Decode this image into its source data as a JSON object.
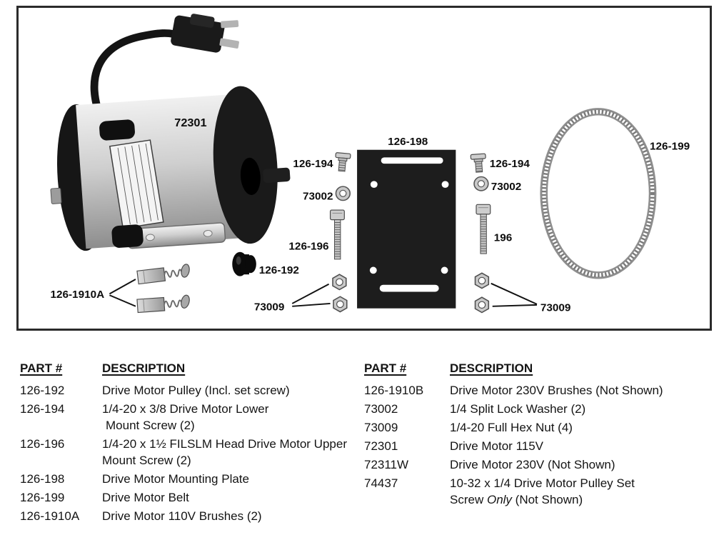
{
  "diagram": {
    "labels": {
      "motor": "72301",
      "plate": "126-198",
      "screw_left": "126-194",
      "washer_left": "73002",
      "bolt_left": "126-196",
      "pulley": "126-192",
      "brushes": "126-1910A",
      "nuts_left": "73009",
      "screw_right": "126-194",
      "washer_right": "73002",
      "bolt_right": "196",
      "belt": "126-199",
      "nuts_right": "73009"
    }
  },
  "table": {
    "headers": {
      "part": "PART #",
      "desc": "DESCRIPTION"
    },
    "left": {
      "rows": [
        {
          "part": "126-192",
          "desc1": "Drive Motor Pulley (Incl. set screw)"
        },
        {
          "part": "126-194",
          "desc1": "1/4-20 x 3/8 Drive Motor Lower",
          "desc2": "Mount Screw (2)"
        },
        {
          "part": "126-196",
          "desc1": "1/4-20 x 1½ FILSLM Head Drive Motor Upper",
          "desc2": "Mount Screw (2)"
        },
        {
          "part": "126-198",
          "desc1": "Drive Motor Mounting Plate"
        },
        {
          "part": "126-199",
          "desc1": "Drive Motor Belt"
        },
        {
          "part": "126-1910A",
          "desc1": "Drive Motor 110V Brushes (2)"
        }
      ]
    },
    "right": {
      "rows": [
        {
          "part": "126-1910B",
          "desc1": "Drive Motor 230V Brushes (Not Shown)"
        },
        {
          "part": "73002",
          "desc1": "1/4 Split Lock Washer (2)"
        },
        {
          "part": "73009",
          "desc1": "1/4-20 Full Hex Nut (4)"
        },
        {
          "part": "72301",
          "desc1": "Drive Motor 115V"
        },
        {
          "part": "72311W",
          "desc1": "Drive Motor 230V (Not Shown)"
        },
        {
          "part": "74437",
          "desc1": "10-32 x 1/4 Drive Motor Pulley Set",
          "desc2_pre": "Screw ",
          "desc2_italic": "Only",
          "desc2_post": " (Not Shown)"
        }
      ]
    }
  }
}
